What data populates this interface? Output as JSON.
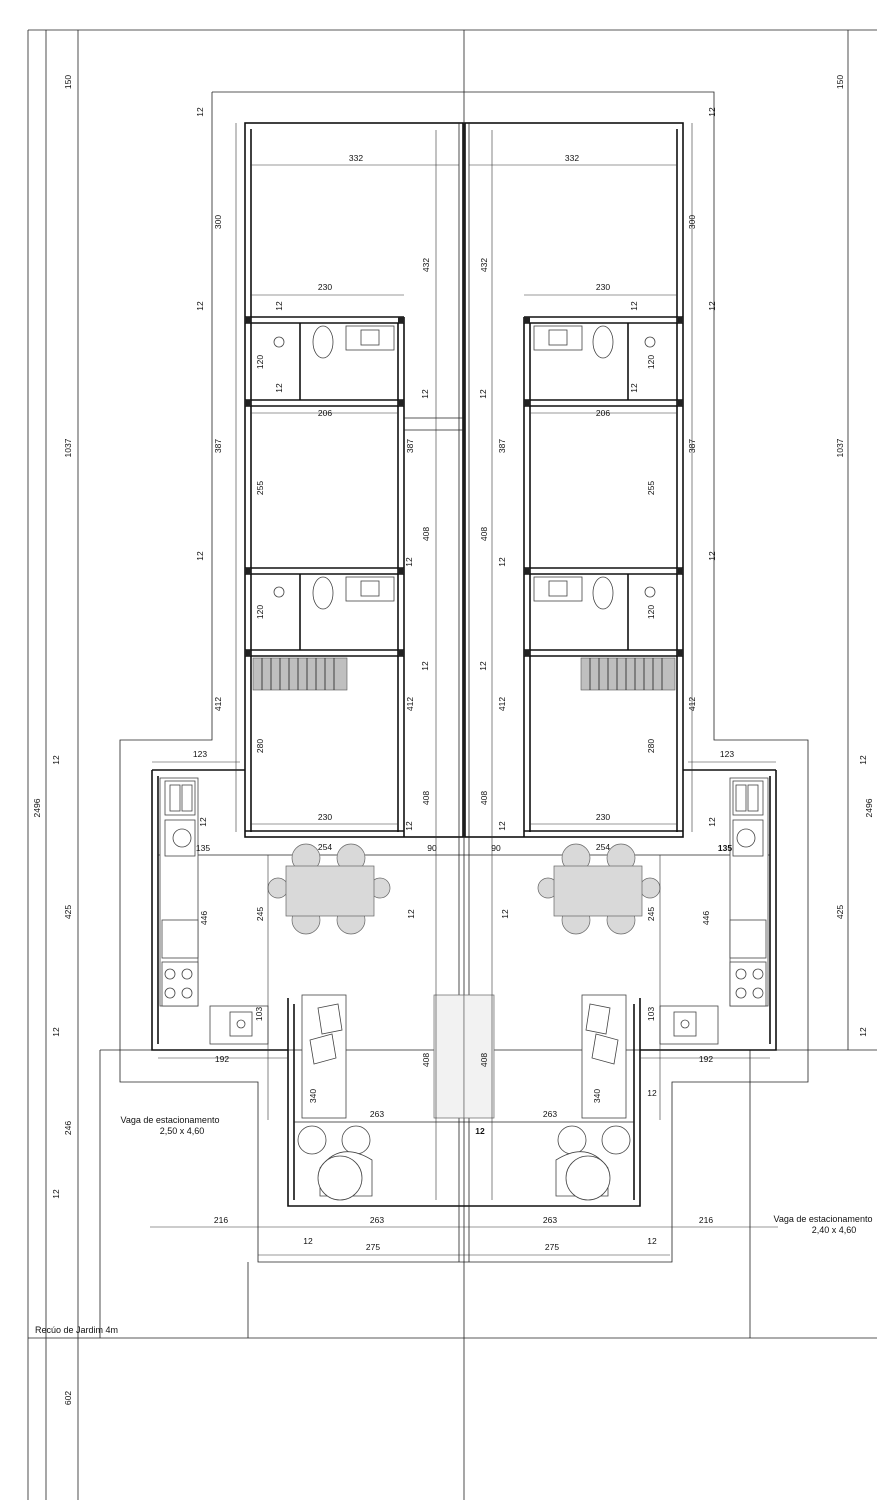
{
  "dimensions": {
    "top_150": "150",
    "overall_1037": "1037",
    "overall_2496": "2496",
    "overall_425": "425",
    "overall_246": "246",
    "overall_602": "602",
    "wall_12": "12",
    "width_332": "332",
    "height_300": "300",
    "height_432": "432",
    "width_230": "230",
    "height_120": "120",
    "width_206": "206",
    "height_387": "387",
    "height_255": "255",
    "height_408": "408",
    "height_412": "412",
    "height_280": "280",
    "width_123": "123",
    "width_135": "135",
    "width_254": "254",
    "gap_90": "90",
    "height_446": "446",
    "height_245": "245",
    "height_103": "103",
    "width_192": "192",
    "height_340": "340",
    "width_263": "263",
    "width_216": "216",
    "width_275": "275"
  },
  "labels": {
    "parking_left_title": "Vaga de estacionamento",
    "parking_left_size": "2,50 x 4,60",
    "parking_right_title": "Vaga de estacionamento",
    "parking_right_size": "2,40 x 4,60",
    "setback": "Recúo de Jardim 4m"
  }
}
